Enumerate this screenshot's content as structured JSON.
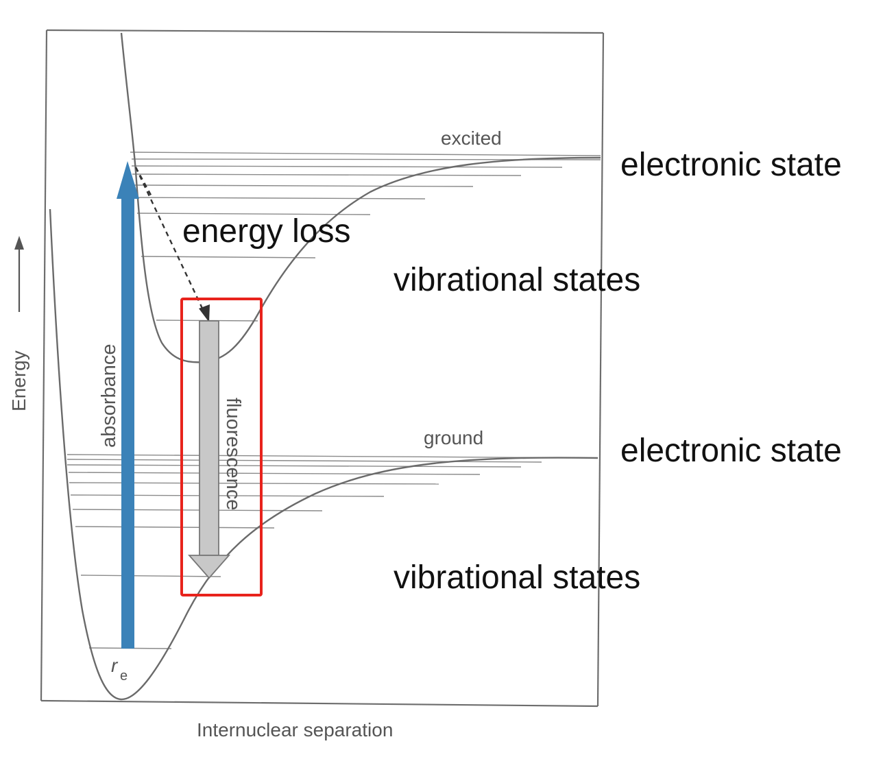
{
  "axes": {
    "y_label": "Energy",
    "x_label": "Internuclear separation"
  },
  "labels": {
    "excited": "excited",
    "ground": "ground",
    "absorbance": "absorbance",
    "fluorescence": "fluorescence",
    "equilibrium_symbol": "r",
    "equilibrium_subscript": "e"
  },
  "annotations": {
    "excited_electronic_state": "electronic state",
    "excited_vibrational_states": "vibrational states",
    "energy_loss": "energy loss",
    "ground_electronic_state": "electronic state",
    "ground_vibrational_states": "vibrational states"
  },
  "colors": {
    "absorbance_arrow": "#3b82b8",
    "fluorescence_arrow": "#c8c8c8",
    "highlight_box": "#e8231c",
    "curves": "#6a6a6a",
    "annotation_text": "#111111"
  }
}
